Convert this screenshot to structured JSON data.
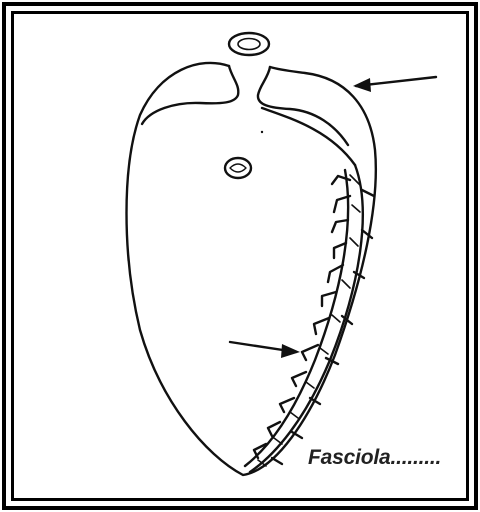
{
  "caption": {
    "text": "Fasciola........."
  },
  "colors": {
    "ink": "#111111",
    "frame": "#000000",
    "background": "#ffffff"
  },
  "arrows": [
    {
      "name": "arrow-to-tegument"
    },
    {
      "name": "arrow-to-branch"
    }
  ]
}
